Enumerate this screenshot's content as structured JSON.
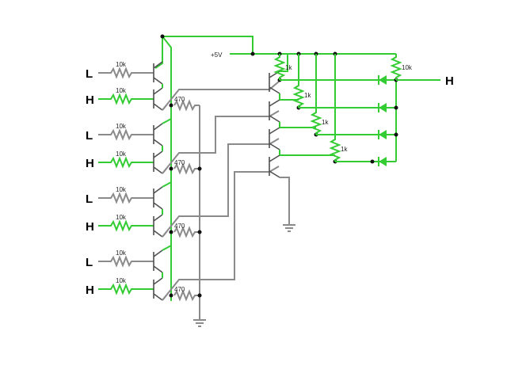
{
  "supply": {
    "label": "+5V"
  },
  "input_stages": [
    {
      "top_input": "L",
      "bottom_input": "H",
      "base_resistor_top": "10k",
      "base_resistor_bottom": "10k",
      "emitter_resistor": "470"
    },
    {
      "top_input": "L",
      "bottom_input": "H",
      "base_resistor_top": "10k",
      "base_resistor_bottom": "10k",
      "emitter_resistor": "470"
    },
    {
      "top_input": "L",
      "bottom_input": "H",
      "base_resistor_top": "10k",
      "base_resistor_bottom": "10k",
      "emitter_resistor": "470"
    },
    {
      "top_input": "L",
      "bottom_input": "H",
      "base_resistor_top": "10k",
      "base_resistor_bottom": "10k",
      "emitter_resistor": "470"
    }
  ],
  "pullups": [
    "1k",
    "1k",
    "1k",
    "1k"
  ],
  "output": {
    "resistor": "10k",
    "label": "H"
  },
  "colors": {
    "active_wire": "#33cc33",
    "inactive_wire": "#8a8a8a",
    "transistor": "#505050"
  }
}
